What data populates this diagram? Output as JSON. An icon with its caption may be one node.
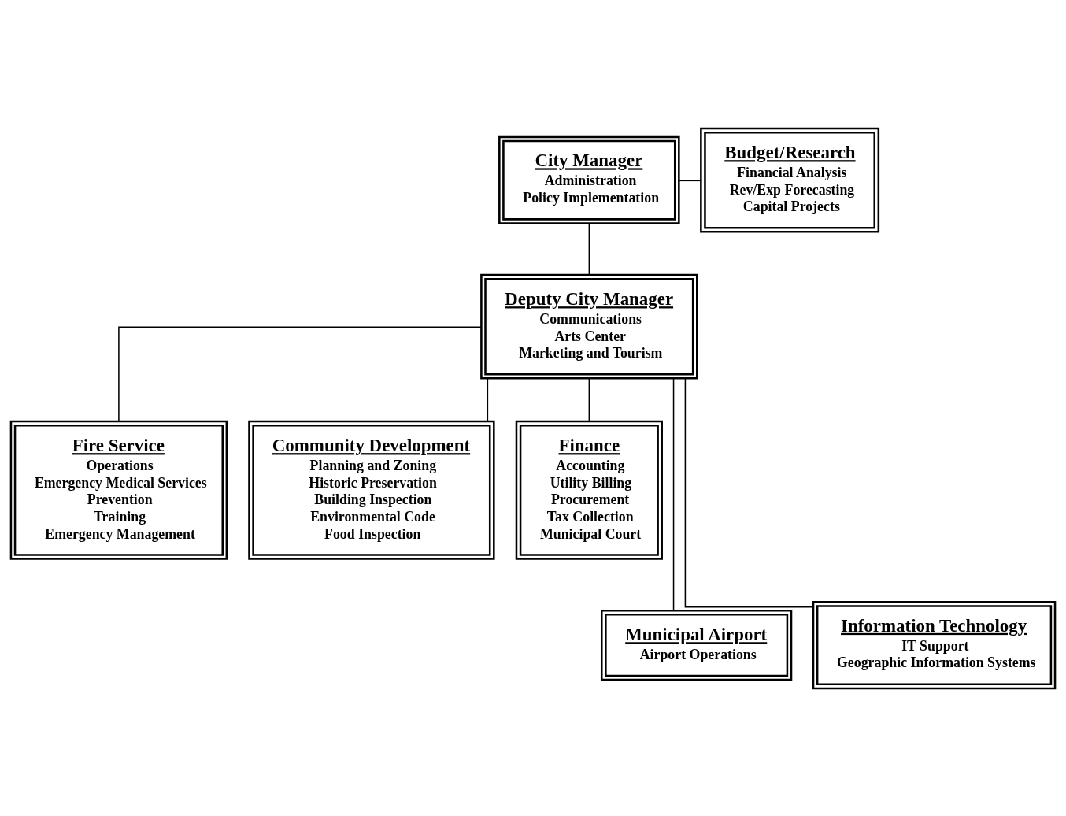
{
  "diagram": {
    "nodes": [
      {
        "text": [
          "City Manager",
          "Administration",
          "Policy Implementation"
        ]
      },
      {
        "text": [
          "Budget/Research",
          "Financial Analysis",
          "Rev/Exp Forecasting",
          "Capital Projects"
        ]
      },
      {
        "text": [
          "Deputy City Manager",
          "Communications",
          "Arts Center",
          "Marketing and Tourism"
        ]
      },
      {
        "text": [
          "Fire Service",
          "Operations",
          "Emergency Medical Services",
          "Prevention",
          "Training",
          "Emergency Management"
        ]
      },
      {
        "text": [
          "Community Development",
          "Planning and Zoning",
          "Historic Preservation",
          "Building Inspection",
          "Environmental Code",
          "Food Inspection"
        ]
      },
      {
        "text": [
          "Finance",
          "Accounting",
          "Utility Billing",
          "Procurement",
          "Tax Collection",
          "Municipal Court"
        ]
      },
      {
        "text": [
          "Municipal Airport",
          "Airport Operations"
        ]
      },
      {
        "text": [
          "Information Technology",
          "IT Support",
          "Geographic Information Systems"
        ]
      }
    ],
    "edges": [
      {
        "from": 0,
        "to": 2,
        "arrow": "none"
      },
      {
        "from": 0,
        "to": 1,
        "arrow": "none"
      },
      {
        "from": 2,
        "to": 3,
        "arrow": "none"
      },
      {
        "from": 2,
        "to": 6,
        "arrow": "none"
      },
      {
        "from": 2,
        "to": 4,
        "arrow": "none"
      },
      {
        "from": 2,
        "to": 7,
        "arrow": "none"
      },
      {
        "from": 2,
        "to": 5,
        "arrow": "none"
      }
    ]
  }
}
